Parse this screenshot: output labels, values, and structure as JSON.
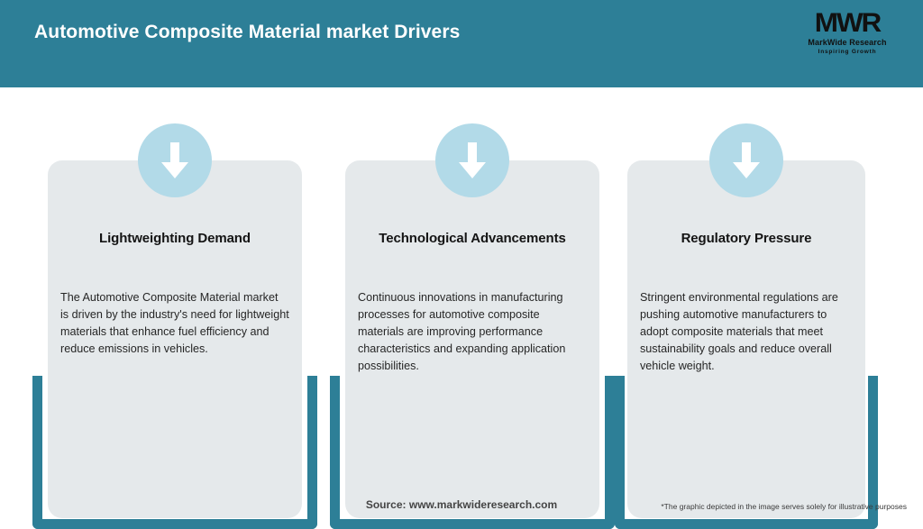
{
  "header": {
    "title": "Automotive Composite Material market Drivers",
    "background_color": "#2d7f97",
    "logo": {
      "mark": "MWR",
      "name": "MarkWide Research",
      "tagline": "Inspiring Growth"
    }
  },
  "colors": {
    "teal": "#2d7f97",
    "card_gray": "#e5e9eb",
    "icon_circle_blue": "#b2dae8",
    "title_text": "#141414",
    "body_text": "#262626"
  },
  "cards": [
    {
      "icon": "arrow-down-icon",
      "title": "Lightweighting Demand",
      "body": "The Automotive Composite Material market is driven by the industry's need for lightweight materials that enhance fuel efficiency and reduce emissions in vehicles."
    },
    {
      "icon": "arrow-down-icon",
      "title": "Technological Advancements",
      "body": "Continuous innovations in manufacturing processes for automotive composite materials are improving performance characteristics and expanding application possibilities."
    },
    {
      "icon": "arrow-down-icon",
      "title": "Regulatory Pressure",
      "body": "Stringent environmental regulations are pushing automotive manufacturers to adopt composite materials that meet sustainability goals and reduce overall vehicle weight."
    }
  ],
  "footer": {
    "source": "Source: www.markwideresearch.com",
    "disclaimer": "*The graphic depicted in the image serves solely for illustrative purposes"
  }
}
